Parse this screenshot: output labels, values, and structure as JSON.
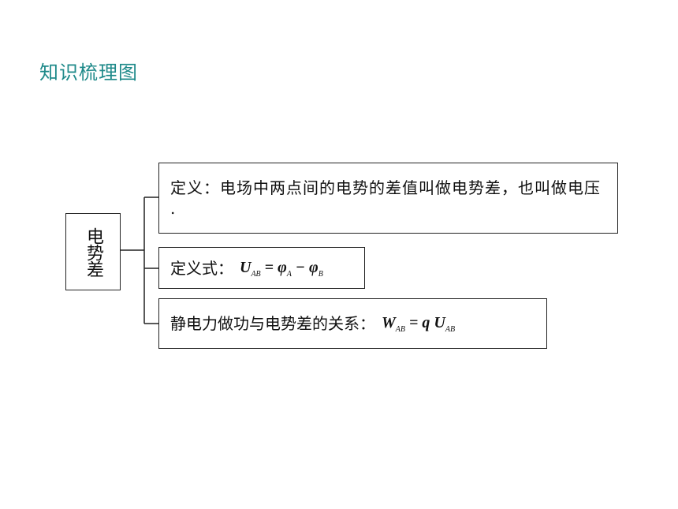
{
  "title": "知识梳理图",
  "root": {
    "label": "电势差"
  },
  "branches": {
    "definition": {
      "text": "定义：电场中两点间的电势的差值叫做电势差，也叫做电压 ."
    },
    "formula": {
      "label": "定义式：",
      "U": "U",
      "U_sub": "AB",
      "eq": "= ",
      "phiA": "φ",
      "phiA_sub": "A",
      "minus": " − ",
      "phiB": "φ",
      "phiB_sub": "B"
    },
    "relation": {
      "label": "静电力做功与电势差的关系：",
      "W": "W",
      "W_sub": "AB",
      "eq": "=",
      "q": "q ",
      "U": "U",
      "U_sub": "AB"
    }
  }
}
